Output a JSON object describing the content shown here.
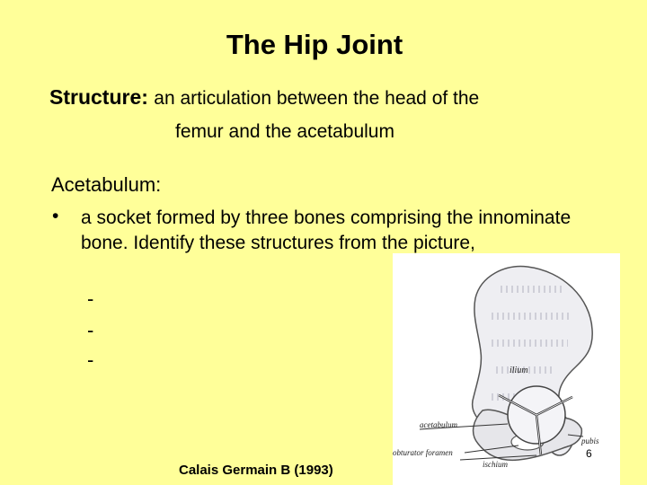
{
  "slide": {
    "title": "The Hip Joint",
    "structure": {
      "lead": "Structure:",
      "text_line1": "an articulation between the head of the",
      "text_line2": "femur and the acetabulum"
    },
    "acetabulum": {
      "heading": "Acetabulum:",
      "bullet": "•",
      "text": "a socket formed by three bones comprising the innominate bone. Identify these structures from the picture,",
      "dashes": [
        "-",
        "-",
        "-"
      ]
    },
    "citation": "Calais Germain B (1993)",
    "figure": {
      "labels": {
        "ilium": "ilium",
        "acetabulum": "acetabulum",
        "pubis": "pubis",
        "obturator_foramen": "obturator foramen",
        "ischium": "ischium"
      }
    },
    "slide_number": "6"
  }
}
